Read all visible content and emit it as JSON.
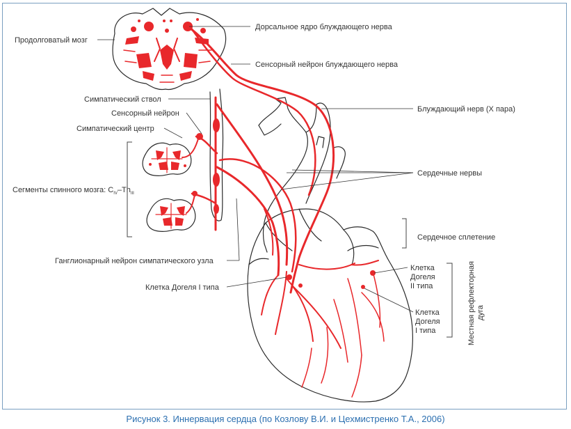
{
  "labels": {
    "medulla": "Продолговатый мозг",
    "dorsal_nucleus": "Дорсальное ядро блуждающего нерва",
    "sensory_vagal": "Сенсорный нейрон блуждающего нерва",
    "sympathetic_trunk": "Симпатический ствол",
    "sensory_neuron": "Сенсорный нейрон",
    "sympathetic_center": "Симпатический центр",
    "vagus": "Блуждающий нерв (X пара)",
    "cardiac_nerves": "Сердечные нервы",
    "segments_prefix": "Сегменты спинного мозга: C",
    "segments_sub1": "IV",
    "segments_dash": "–Th",
    "segments_sub2": "III",
    "cardiac_plexus": "Сердечное сплетение",
    "ganglionic": "Ганглионарный нейрон симпатического узла",
    "dogiel1_left": "Клетка Догеля I типа",
    "dogiel2_line1": "Клетка",
    "dogiel2_line2": "Догеля",
    "dogiel2_line3": "II типа",
    "dogiel1_line1": "Клетка",
    "dogiel1_line2": "Догеля",
    "dogiel1_line3": "I типа",
    "reflex_arc_line1": "Местная рефлекторная",
    "reflex_arc_line2": "дуга"
  },
  "caption": "Рисунок 3.  Иннервация сердца (по Козлову В.И. и Цехмистренко Т.А., 2006)",
  "colors": {
    "nerve": "#e8282b",
    "caption": "#2b6fb0",
    "frame": "#7a9fc0"
  }
}
